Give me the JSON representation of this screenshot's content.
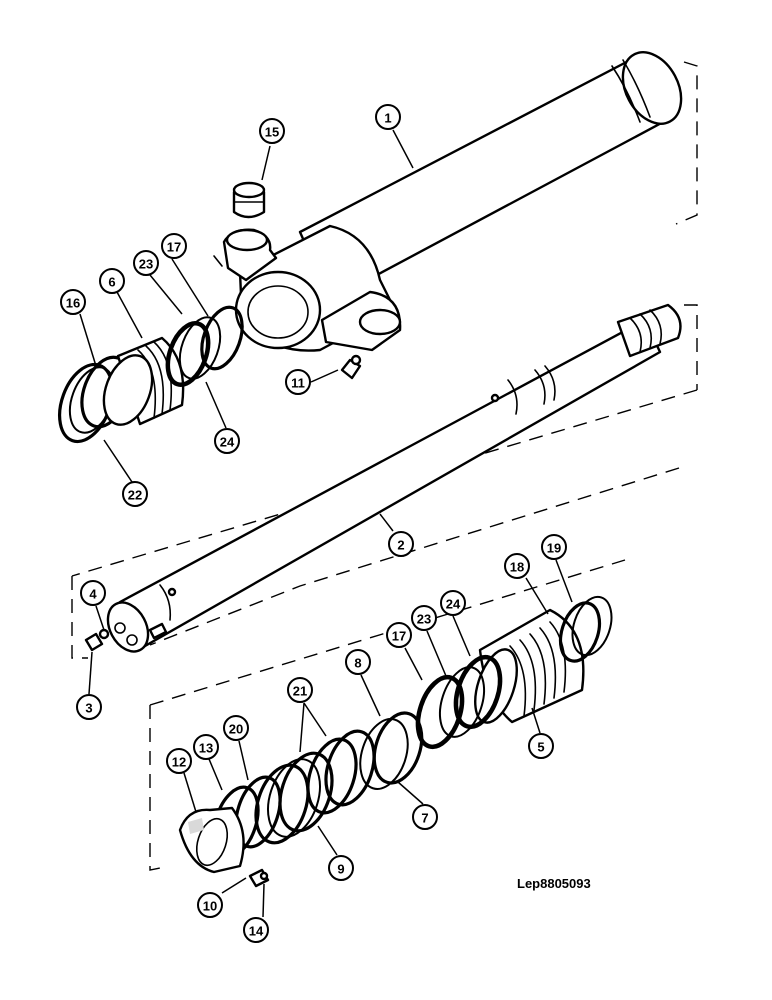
{
  "reference_code": "Lep8805093",
  "callouts": [
    {
      "id": "c1",
      "label": "1"
    },
    {
      "id": "c15",
      "label": "15"
    },
    {
      "id": "c6",
      "label": "6"
    },
    {
      "id": "c23a",
      "label": "23"
    },
    {
      "id": "c17a",
      "label": "17"
    },
    {
      "id": "c16",
      "label": "16"
    },
    {
      "id": "c11",
      "label": "11"
    },
    {
      "id": "c24a",
      "label": "24"
    },
    {
      "id": "c22",
      "label": "22"
    },
    {
      "id": "c2",
      "label": "2"
    },
    {
      "id": "c4",
      "label": "4"
    },
    {
      "id": "c3",
      "label": "3"
    },
    {
      "id": "c19",
      "label": "19"
    },
    {
      "id": "c18",
      "label": "18"
    },
    {
      "id": "c24b",
      "label": "24"
    },
    {
      "id": "c23b",
      "label": "23"
    },
    {
      "id": "c17b",
      "label": "17"
    },
    {
      "id": "c8",
      "label": "8"
    },
    {
      "id": "c21",
      "label": "21"
    },
    {
      "id": "c20",
      "label": "20"
    },
    {
      "id": "c13",
      "label": "13"
    },
    {
      "id": "c12",
      "label": "12"
    },
    {
      "id": "c5",
      "label": "5"
    },
    {
      "id": "c7",
      "label": "7"
    },
    {
      "id": "c9",
      "label": "9"
    },
    {
      "id": "c10",
      "label": "10"
    },
    {
      "id": "c14",
      "label": "14"
    }
  ]
}
